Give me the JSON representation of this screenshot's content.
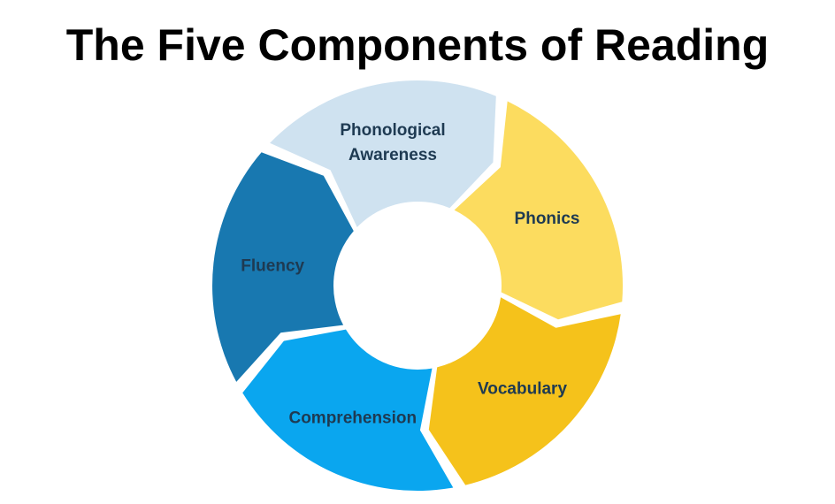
{
  "title": "The Five Components of Reading",
  "diagram": {
    "type": "cycle",
    "center_color": "#ffffff",
    "label_color": "#1e3a52",
    "segments": [
      {
        "label_lines": [
          "Phonological",
          "Awareness"
        ],
        "color": "#cfe2f0"
      },
      {
        "label_lines": [
          "Phonics"
        ],
        "color": "#fcdc5f"
      },
      {
        "label_lines": [
          "Vocabulary"
        ],
        "color": "#f5c21b"
      },
      {
        "label_lines": [
          "Comprehension"
        ],
        "color": "#0aa6ef"
      },
      {
        "label_lines": [
          "Fluency"
        ],
        "color": "#1878b0"
      }
    ]
  }
}
